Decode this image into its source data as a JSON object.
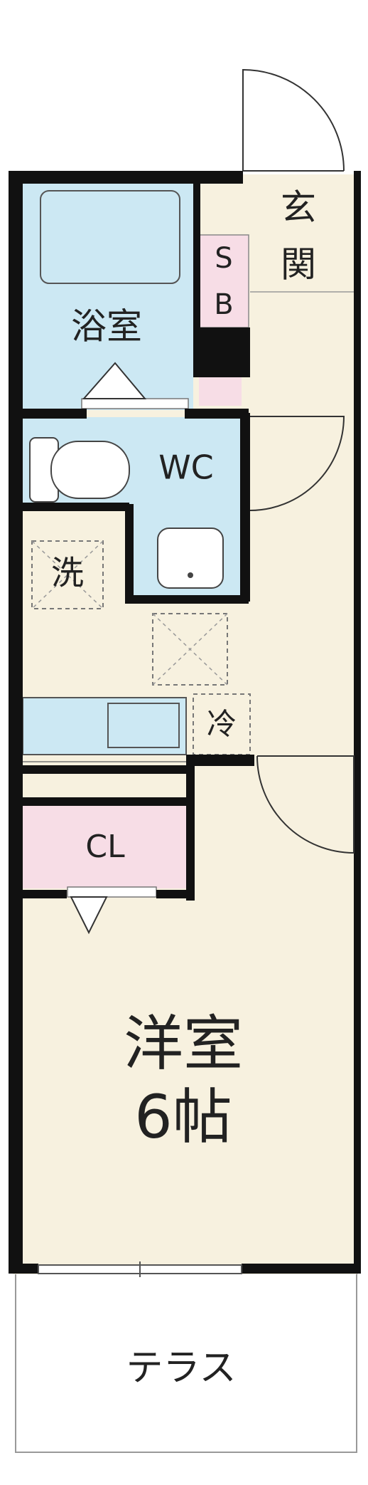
{
  "rooms": {
    "entrance": "玄関",
    "shoe_box": [
      "S",
      "B"
    ],
    "bathroom": "浴室",
    "toilet": "WC",
    "washer": "洗",
    "fridge": "冷",
    "closet": "CL",
    "western_room": "洋室",
    "western_room_size": "6帖",
    "terrace": "テラス"
  },
  "colors": {
    "wall": "#111111",
    "floor": "#f7f1df",
    "wet_area": "#cce8f3",
    "storage": "#f7dde6",
    "fixture_line": "#555555"
  }
}
